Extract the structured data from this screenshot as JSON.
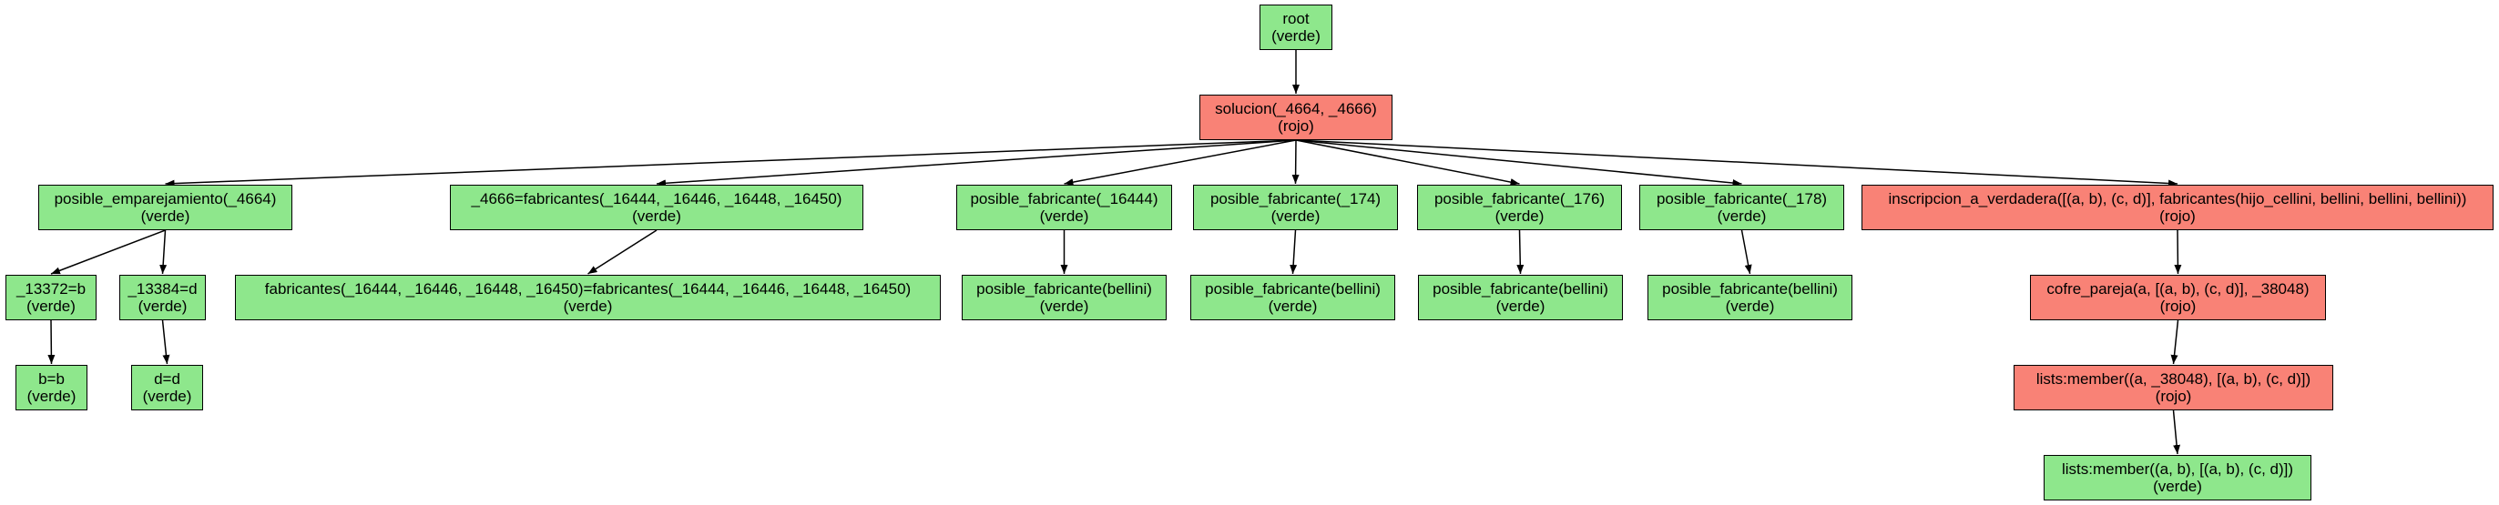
{
  "colors": {
    "verde": "#8ee78c",
    "rojo": "#f98276"
  },
  "nodes": [
    {
      "id": "root",
      "label": "root",
      "status": "(verde)",
      "color": "verde"
    },
    {
      "id": "solucion",
      "label": "solucion(_4664, _4666)",
      "status": "(rojo)",
      "color": "rojo"
    },
    {
      "id": "posible-emparejamiento",
      "label": "posible_emparejamiento(_4664)",
      "status": "(verde)",
      "color": "verde"
    },
    {
      "id": "fabricantes-eq",
      "label": "_4666=fabricantes(_16444, _16446, _16448, _16450)",
      "status": "(verde)",
      "color": "verde"
    },
    {
      "id": "posible-fabricante-16444",
      "label": "posible_fabricante(_16444)",
      "status": "(verde)",
      "color": "verde"
    },
    {
      "id": "posible-fabricante-174",
      "label": "posible_fabricante(_174)",
      "status": "(verde)",
      "color": "verde"
    },
    {
      "id": "posible-fabricante-176",
      "label": "posible_fabricante(_176)",
      "status": "(verde)",
      "color": "verde"
    },
    {
      "id": "posible-fabricante-178",
      "label": "posible_fabricante(_178)",
      "status": "(verde)",
      "color": "verde"
    },
    {
      "id": "inscripcion",
      "label": "inscripcion_a_verdadera([(a, b), (c, d)], fabricantes(hijo_cellini, bellini, bellini, bellini))",
      "status": "(rojo)",
      "color": "rojo"
    },
    {
      "id": "eq-13372",
      "label": "_13372=b",
      "status": "(verde)",
      "color": "verde"
    },
    {
      "id": "eq-13384",
      "label": "_13384=d",
      "status": "(verde)",
      "color": "verde"
    },
    {
      "id": "fabricantes-unify",
      "label": "fabricantes(_16444, _16446, _16448, _16450)=fabricantes(_16444, _16446, _16448, _16450)",
      "status": "(verde)",
      "color": "verde"
    },
    {
      "id": "bellini-1",
      "label": "posible_fabricante(bellini)",
      "status": "(verde)",
      "color": "verde"
    },
    {
      "id": "bellini-2",
      "label": "posible_fabricante(bellini)",
      "status": "(verde)",
      "color": "verde"
    },
    {
      "id": "bellini-3",
      "label": "posible_fabricante(bellini)",
      "status": "(verde)",
      "color": "verde"
    },
    {
      "id": "bellini-4",
      "label": "posible_fabricante(bellini)",
      "status": "(verde)",
      "color": "verde"
    },
    {
      "id": "cofre-pareja",
      "label": "cofre_pareja(a, [(a, b), (c, d)], _38048)",
      "status": "(rojo)",
      "color": "rojo"
    },
    {
      "id": "b-eq-b",
      "label": "b=b",
      "status": "(verde)",
      "color": "verde"
    },
    {
      "id": "d-eq-d",
      "label": "d=d",
      "status": "(verde)",
      "color": "verde"
    },
    {
      "id": "member-38048",
      "label": "lists:member((a, _38048), [(a, b), (c, d)])",
      "status": "(rojo)",
      "color": "rojo"
    },
    {
      "id": "member-ab",
      "label": "lists:member((a, b), [(a, b), (c, d)])",
      "status": "(verde)",
      "color": "verde"
    }
  ],
  "edges": [
    [
      "root",
      "solucion"
    ],
    [
      "solucion",
      "posible-emparejamiento"
    ],
    [
      "solucion",
      "fabricantes-eq"
    ],
    [
      "solucion",
      "posible-fabricante-16444"
    ],
    [
      "solucion",
      "posible-fabricante-174"
    ],
    [
      "solucion",
      "posible-fabricante-176"
    ],
    [
      "solucion",
      "posible-fabricante-178"
    ],
    [
      "solucion",
      "inscripcion"
    ],
    [
      "posible-emparejamiento",
      "eq-13372"
    ],
    [
      "posible-emparejamiento",
      "eq-13384"
    ],
    [
      "fabricantes-eq",
      "fabricantes-unify"
    ],
    [
      "posible-fabricante-16444",
      "bellini-1"
    ],
    [
      "posible-fabricante-174",
      "bellini-2"
    ],
    [
      "posible-fabricante-176",
      "bellini-3"
    ],
    [
      "posible-fabricante-178",
      "bellini-4"
    ],
    [
      "inscripcion",
      "cofre-pareja"
    ],
    [
      "eq-13372",
      "b-eq-b"
    ],
    [
      "eq-13384",
      "d-eq-d"
    ],
    [
      "cofre-pareja",
      "member-38048"
    ],
    [
      "member-38048",
      "member-ab"
    ]
  ]
}
